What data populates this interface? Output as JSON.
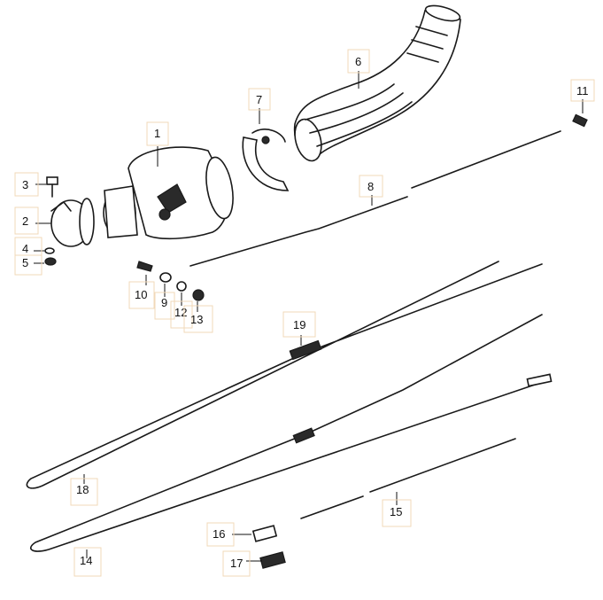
{
  "labels": {
    "p1": "1",
    "p2": "2",
    "p3": "3",
    "p4": "4",
    "p5": "5",
    "p6": "6",
    "p7": "7",
    "p8": "8",
    "p9": "9",
    "p10": "10",
    "p11": "11",
    "p12": "12",
    "p13": "13",
    "p14": "14",
    "p15": "15",
    "p16": "16",
    "p17": "17",
    "p18": "18",
    "p19": "19"
  },
  "colors": {
    "line": "#1a1a1a",
    "label_box": "#f2d9b8"
  }
}
